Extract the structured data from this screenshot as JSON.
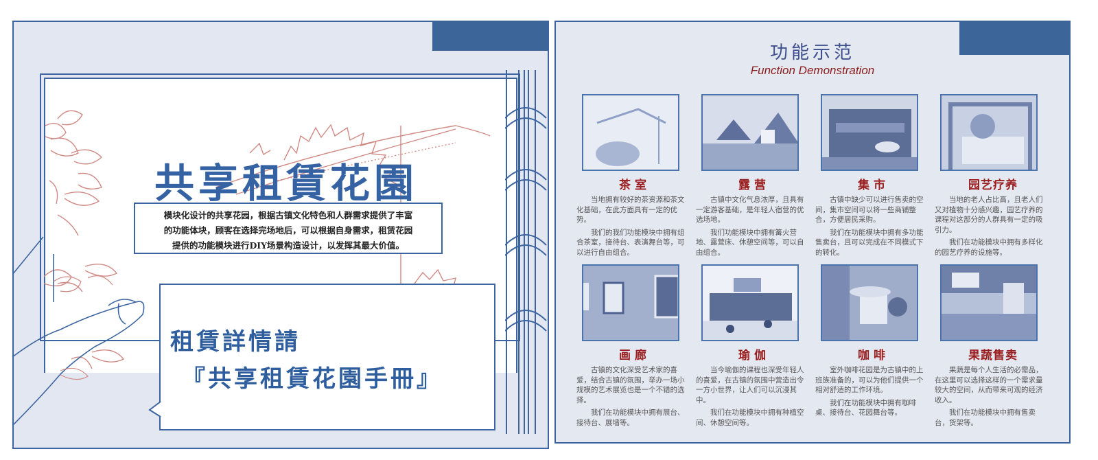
{
  "left": {
    "main_title": "共享租賃花園",
    "intro_lines": [
      "模块化设计的共享花园，根据古镇文化特色和人群需求提供了丰富",
      "的功能体块，顾客在选择完场地后，可以根据自身需求，租赁花园",
      "提供的功能模块进行DIY场景构造设计，以发挥其最大价值。"
    ],
    "speech_line1": "租賃詳情請",
    "speech_line2": "『共享租賃花園手冊』"
  },
  "right": {
    "title": "功能示范",
    "subtitle": "Function Demonstration",
    "cards": [
      {
        "name": "茶室",
        "p1": "当地拥有较好的茶资源和茶文化基础，在此方面具有一定的优势。",
        "p2": "我们的我们功能模块中拥有组合茶室，接待台、表演舞台等，可以进行自由组合。",
        "photo": "tea-room-photo"
      },
      {
        "name": "露营",
        "p1": "古镇中文化气息浓厚，且具有一定游客基础，是年轻人宿营的优选场地。",
        "p2": "我们功能模块中拥有篝火营地、露营床、休憩空间等，可以自由组合。",
        "photo": "camping-photo"
      },
      {
        "name": "集市",
        "p1": "古镇中缺少可以进行售卖的空间，集市空间可以将一些商铺整合，方便居民采购。",
        "p2": "我们在功能模块中拥有多功能售卖台，且可以完成在不同模式下的转化。",
        "photo": "market-photo"
      },
      {
        "name": "园艺疗养",
        "p1": "当地的老人占比高，且老人们又对植物十分感兴趣，园艺疗养的课程对这部分的人群具有一定的吸引力。",
        "p2": "我们在功能模块中拥有多样化的园艺疗养的设施等。",
        "photo": "horticulture-photo"
      },
      {
        "name": "画廊",
        "p1": "古镇的文化深受艺术家的喜爱，结合古镇的氛围，举办一场小规模的艺术展览也是一个不错的选择。",
        "p2": "我们在功能模块中拥有展台、接待台、展墙等。",
        "photo": "gallery-photo"
      },
      {
        "name": "瑜伽",
        "p1": "当今瑜伽的课程也深受年轻人的喜爱，在古镇的氛围中营造出令一方小世界，让人们可以沉浸其中。",
        "p2": "我们在功能模块中拥有种植空间、休憩空间等。",
        "photo": "yoga-photo"
      },
      {
        "name": "咖啡",
        "p1": "室外咖啡花园是为古镇中的上班族准备的，可以为他们提供一个相对舒适的工作环境。",
        "p2": "我们在功能模块中拥有咖啡桌、接待台、花园舞台等。",
        "photo": "coffee-photo"
      },
      {
        "name": "果蔬售卖",
        "p1": "果蔬是每个人生活的必需品，在这里可以选择这样的一个需求量较大的空间，从而带来可观的经济收入。",
        "p2": "我们在功能模块中拥有售卖台，货架等。",
        "photo": "produce-photo"
      }
    ]
  },
  "colors": {
    "primary_blue": "#3c6699",
    "panel_bg": "#e4e8f1",
    "accent_red": "#9b1e1e",
    "sketch_red": "#d08a84"
  }
}
